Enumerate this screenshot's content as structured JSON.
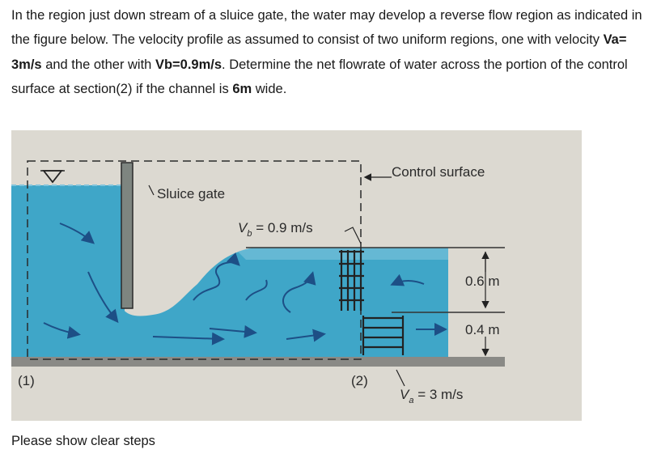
{
  "problem": {
    "seg1": "In the region just down stream of a sluice gate, the water may develop a reverse flow region as indicated in the figure below. The velocity profile as assumed to consist of two uniform regions, one with velocity ",
    "va_text": "Va= 3m/s",
    "seg2": " and the other with ",
    "vb_text": "Vb=0.9m/s",
    "seg3": ". Determine the net flowrate of water across the portion of the control surface at section(2) if the channel is ",
    "width_text": "6m",
    "seg4": " wide."
  },
  "figure": {
    "control_surface": "Control surface",
    "sluice_gate": "Sluice gate",
    "vb_label_v": "V",
    "vb_label_sub": "b",
    "vb_label_val": " = 0.9 m/s",
    "va_label_v": "V",
    "va_label_sub": "a",
    "va_label_val": " = 3 m/s",
    "dim_upper": "0.6 m",
    "dim_lower": "0.4 m",
    "section1": "(1)",
    "section2": "(2)",
    "colors": {
      "water": "#3fa6c8",
      "water_light": "#7fc4dc",
      "ground": "#8a8a86",
      "background": "#dcd9d1"
    }
  },
  "footer": "Please show clear steps"
}
